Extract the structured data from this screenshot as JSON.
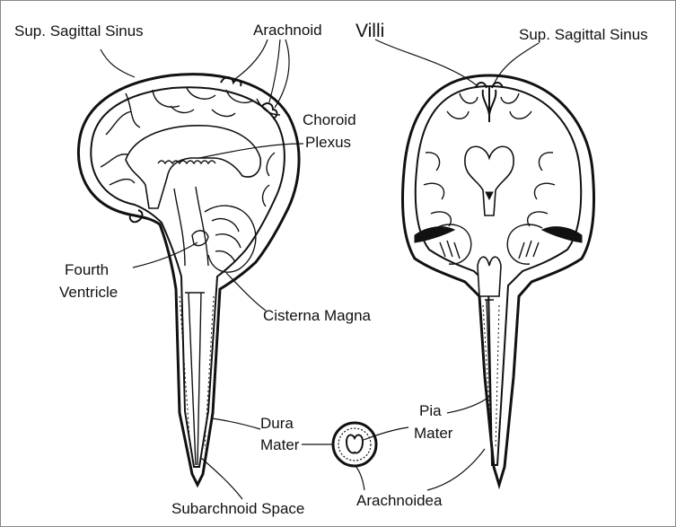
{
  "labels": {
    "sup_sagittal_sinus_left": "Sup. Sagittal Sinus",
    "arachnoid": "Arachnoid",
    "villi": "Villi",
    "sup_sagittal_sinus_right": "Sup. Sagittal Sinus",
    "choroid_line1": "Choroid",
    "choroid_line2": "Plexus",
    "fourth_line1": "Fourth",
    "fourth_line2": "Ventricle",
    "cisterna_magna": "Cisterna Magna",
    "dura_line1": "Dura",
    "dura_line2": "Mater",
    "pia_line1": "Pia",
    "pia_line2": "Mater",
    "subarachnoid_space": "Subarchnoid Space",
    "arachnoidea": "Arachnoidea"
  },
  "colors": {
    "line": "#111111",
    "background": "#ffffff",
    "frame": "#888888"
  }
}
